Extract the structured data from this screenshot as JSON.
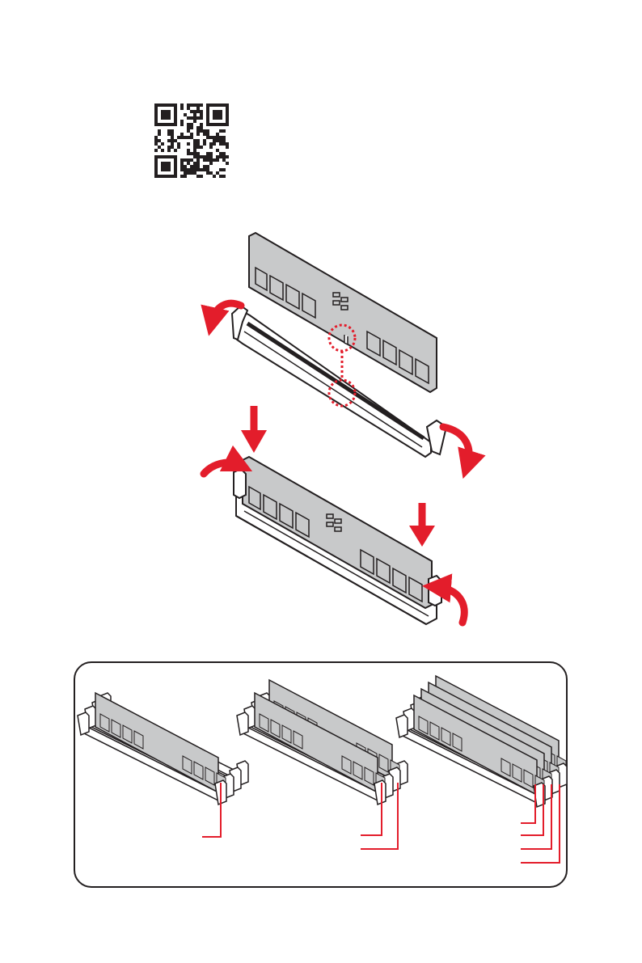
{
  "page": {
    "background": "#ffffff",
    "qr_code": {
      "icon": "qr-code-icon"
    },
    "install_steps": [
      {
        "step": "align-notch",
        "icons": [
          "memory-module-icon",
          "dimm-slot-icon",
          "notch-alignment-icon",
          "latch-open-arrow-icon"
        ]
      },
      {
        "step": "press-down",
        "icons": [
          "memory-module-icon",
          "press-down-arrow-icon",
          "latch-close-arrow-icon"
        ]
      }
    ],
    "population_diagrams": [
      {
        "modules": 1,
        "icon": "one-module-installed-icon"
      },
      {
        "modules": 2,
        "icon": "two-modules-installed-icon"
      },
      {
        "modules": 4,
        "icon": "four-modules-installed-icon"
      }
    ]
  },
  "colors": {
    "accent_red": "#e31d2b",
    "module_fill": "#c8c9ca",
    "outline": "#231f20",
    "slot_fill": "#ffffff"
  }
}
